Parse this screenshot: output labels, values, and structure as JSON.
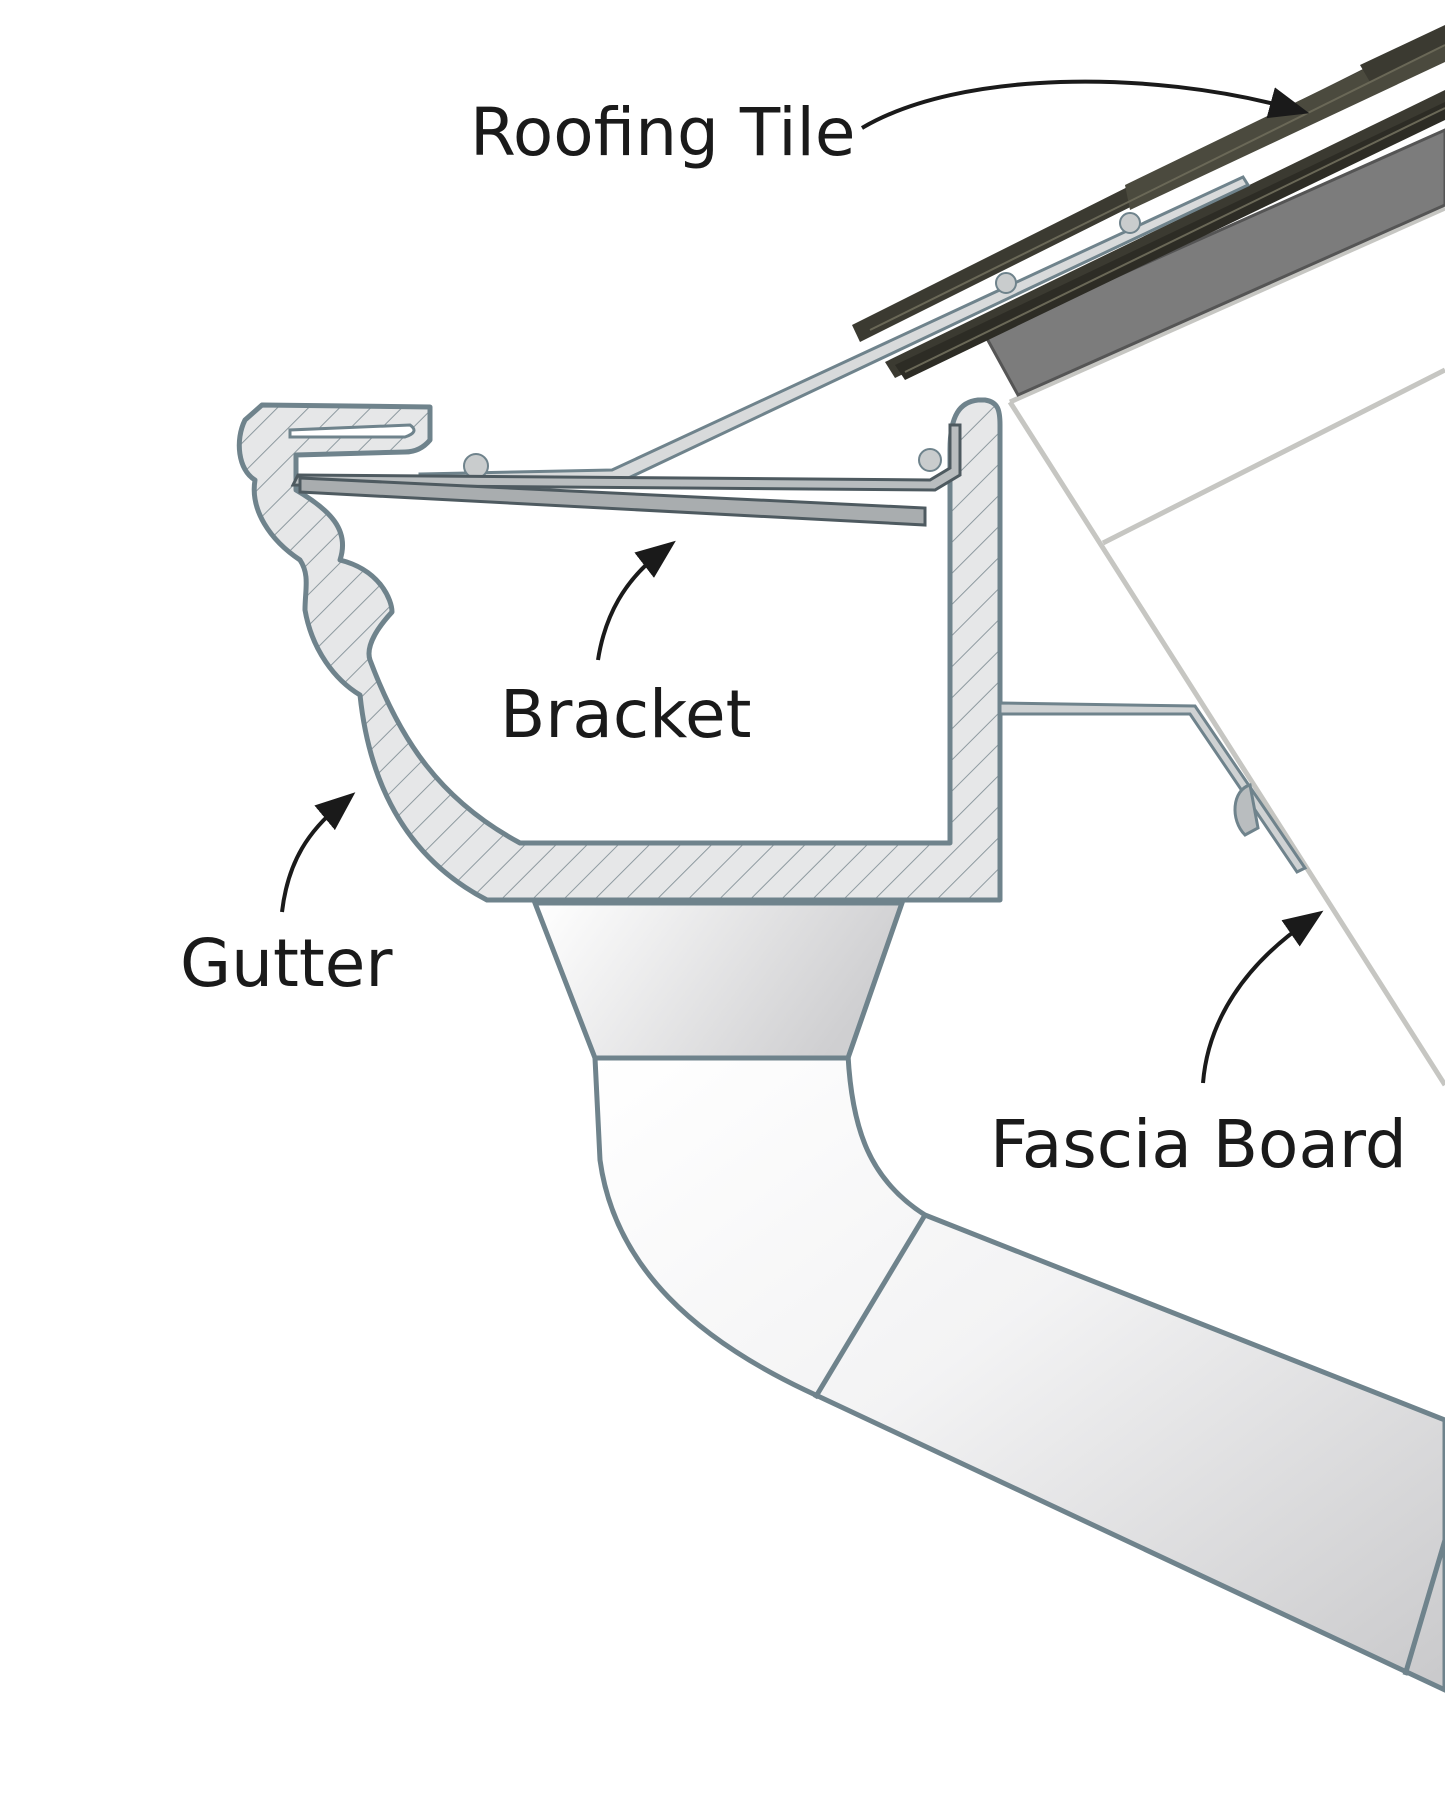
{
  "labels": {
    "roofing_tile": "Roofing Tile",
    "bracket": "Bracket",
    "gutter": "Gutter",
    "fascia_board": "Fascia Board"
  },
  "colors": {
    "outline": "#6f838c",
    "hatch_fill": "#e6e7e8",
    "tile_dark": "#3b3a31",
    "underlay_gray": "#7c7c7c",
    "fascia_line": "#c6c6c2",
    "label_text": "#1a1a1a",
    "arrow": "#1a1a1a"
  }
}
